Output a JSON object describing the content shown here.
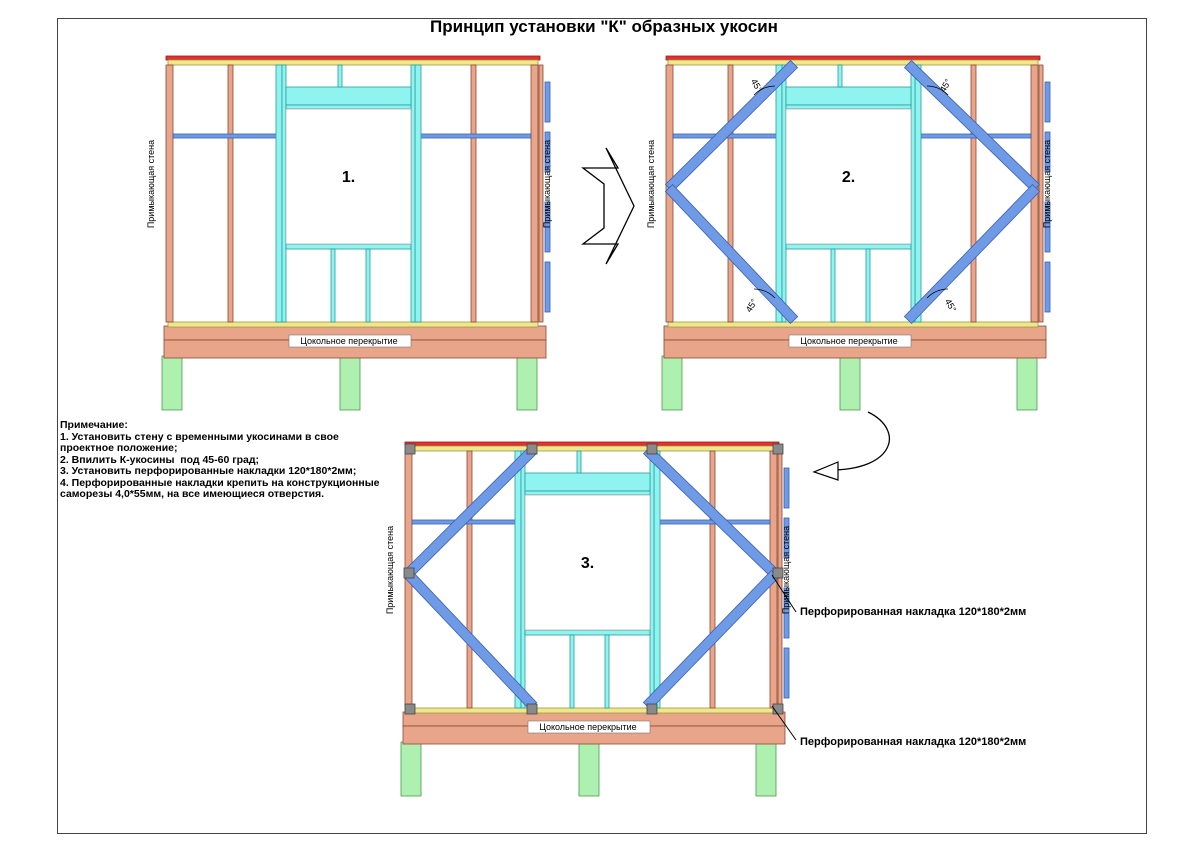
{
  "title": "Принцип установки \"К\" образных укосин",
  "panels": [
    {
      "number": "1.",
      "left_label": "Примыкающая стена",
      "right_label": "Примыкающая стена",
      "floor_label": "Цокольное перекрытие"
    },
    {
      "number": "2.",
      "left_label": "Примыкающая стена",
      "right_label": "Примыкающая стена",
      "floor_label": "Цокольное перекрытие",
      "angle_labels": [
        "45°",
        "45°",
        "45°",
        "45°"
      ]
    },
    {
      "number": "3.",
      "left_label": "Примыкающая стена",
      "right_label": "Примыкающая стена",
      "floor_label": "Цокольное перекрытие"
    }
  ],
  "notes": {
    "heading": "Примечание:",
    "items": [
      "1. Установить стену с временными укосинами в свое проектное положение;",
      "2. Впилить К-укосины  под 45-60 град;",
      "3. Установить перфорированные накладки 120*180*2мм;",
      "4. Перфорированные накладки крепить на конструкционные саморезы 4,0*55мм, на все имеющиеся отверстия."
    ]
  },
  "callouts": {
    "upper": "Перфорированная накладка 120*180*2мм",
    "lower": "Перфорированная накладка 120*180*2мм"
  },
  "colors": {
    "stud": "#e8a58a",
    "stud_stroke": "#8b4a35",
    "window": "#8ff3f0",
    "window_stroke": "#2a9c9a",
    "brace": "#6f9be6",
    "brace_stroke": "#3a5fb0",
    "top_plate": "#f0e68c",
    "red_plate": "#e53030",
    "pile": "#aef0b0",
    "pile_stroke": "#4b9b4e",
    "plate": "#8a8a8a"
  }
}
